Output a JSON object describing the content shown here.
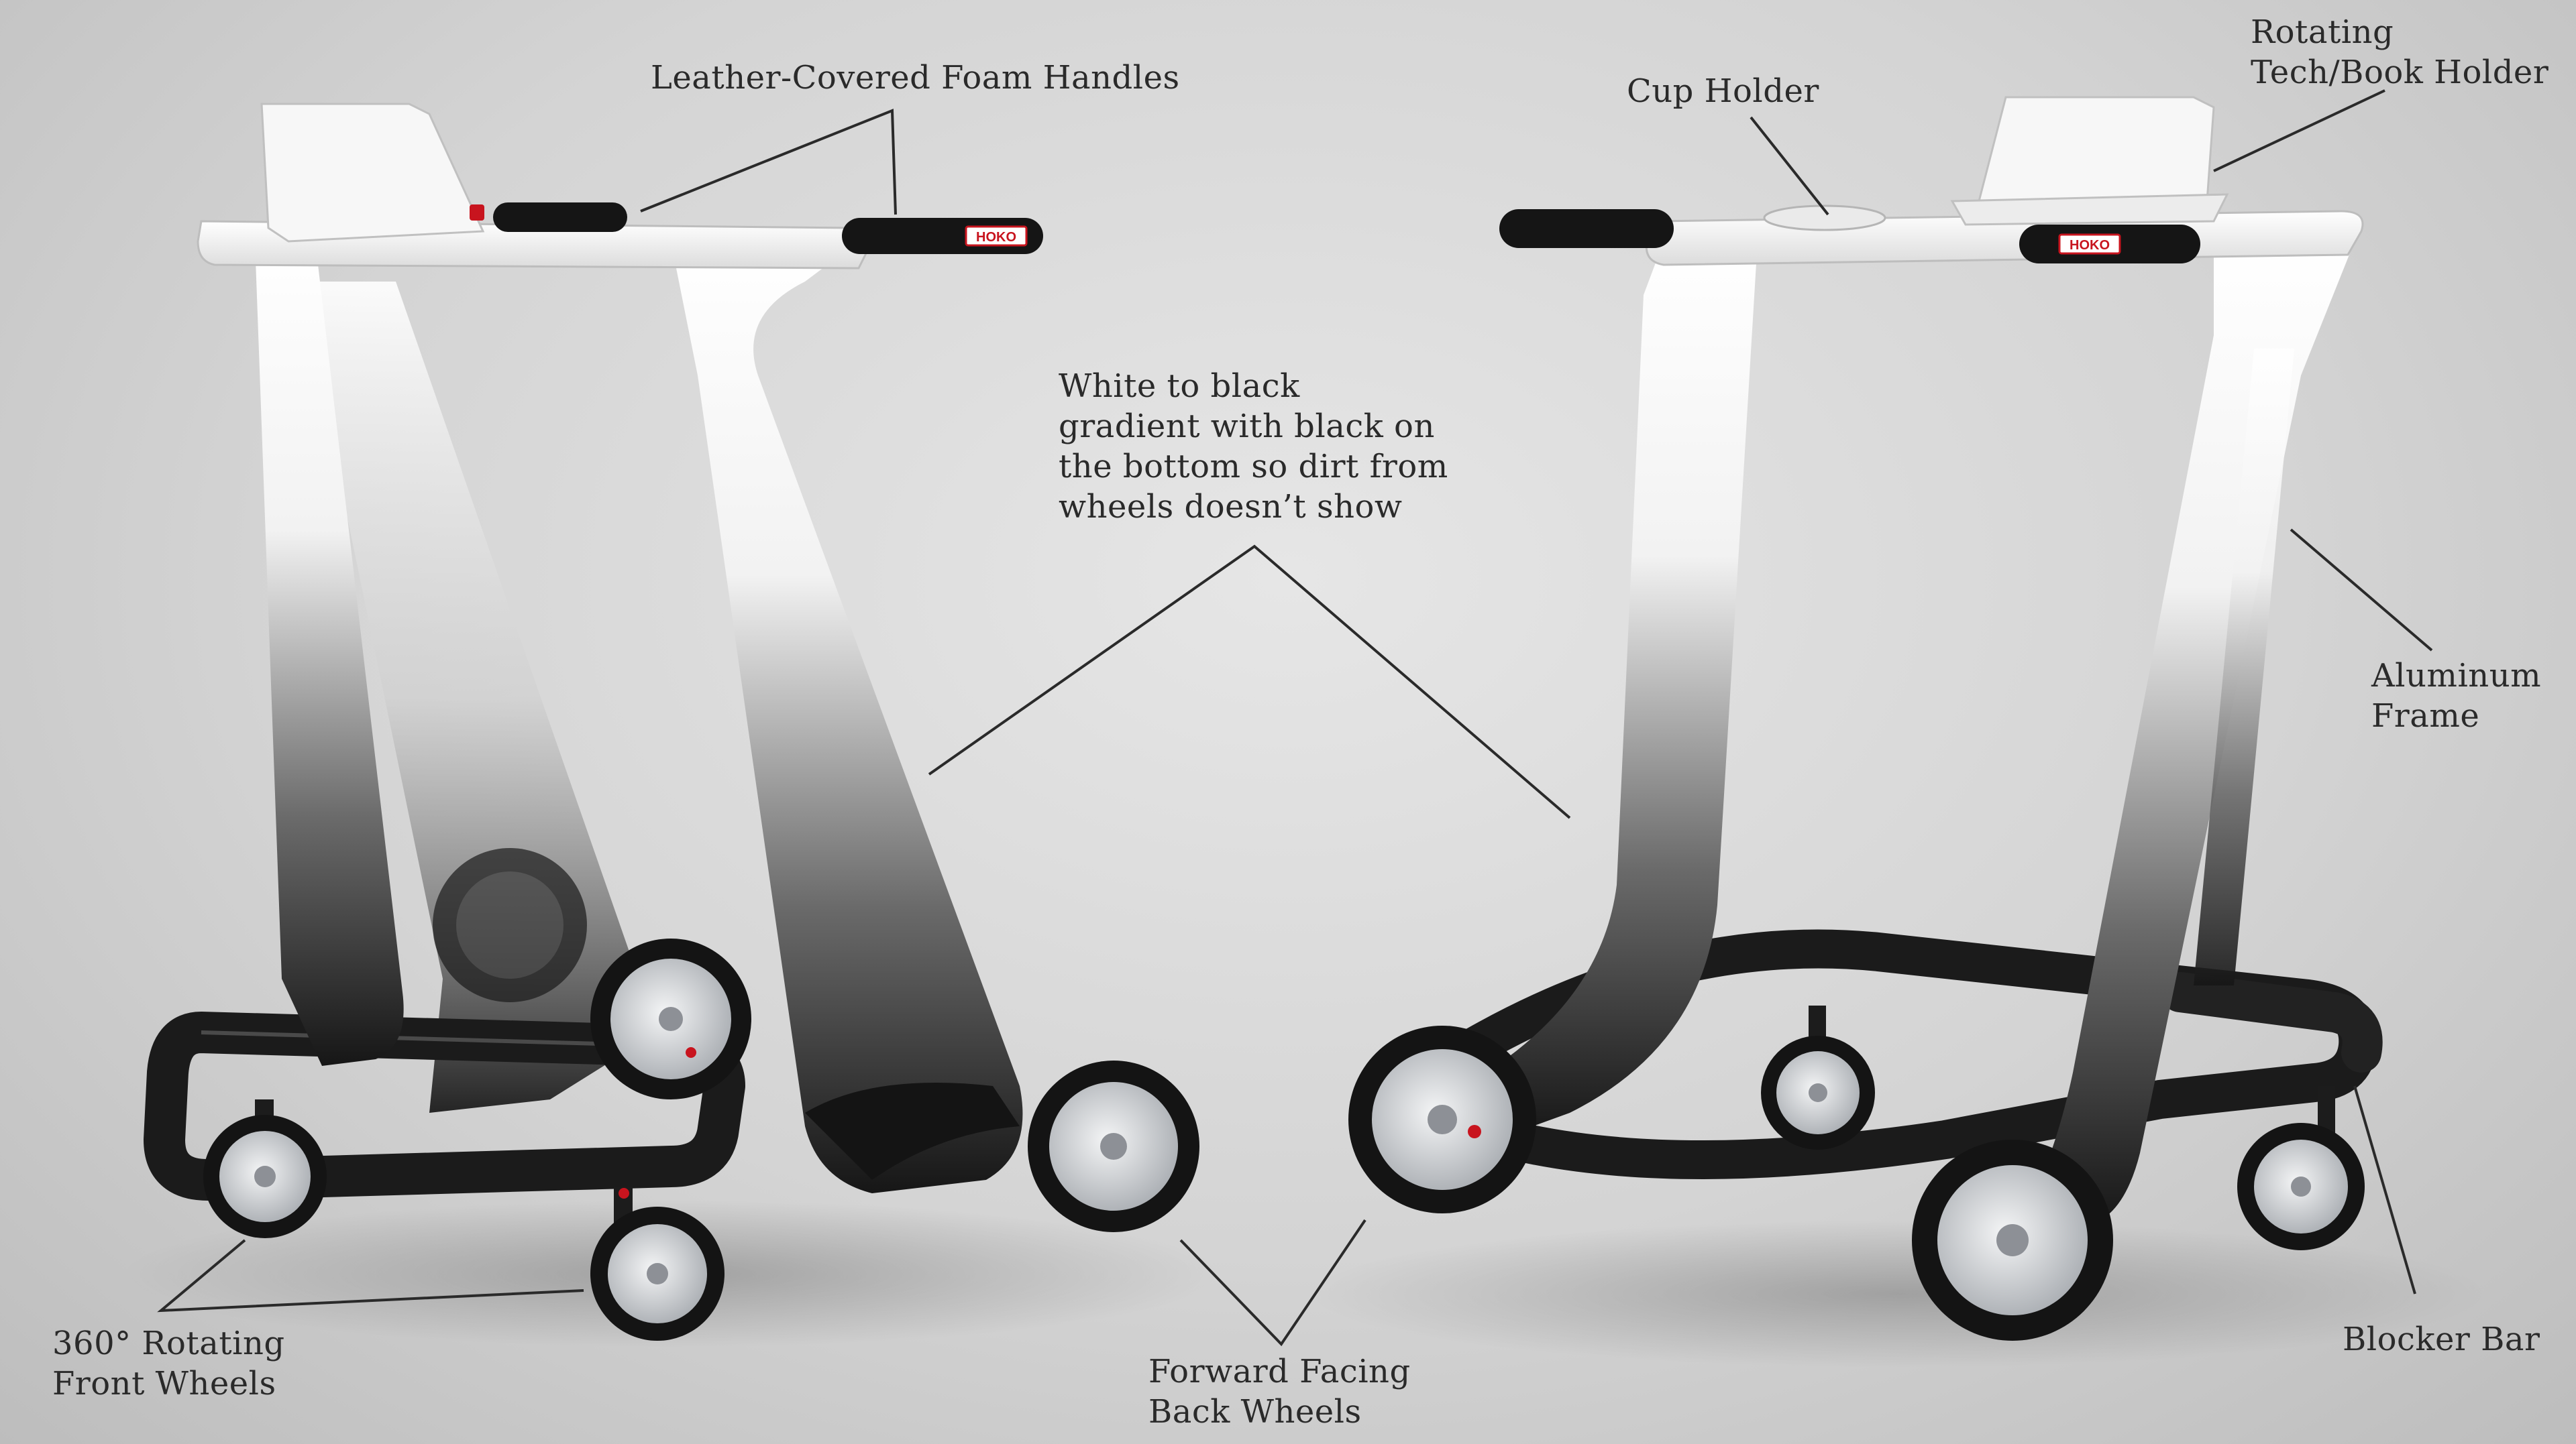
{
  "brand": {
    "tag": "HOKO",
    "accent": "#c8141e"
  },
  "colors": {
    "background": "#d4d4d4",
    "frame_top": "#ffffff",
    "frame_bottom": "#1a1a1a",
    "wheel_rim": "#c9ccd0",
    "tire": "#141414",
    "leader_line": "#2a2a2a",
    "text": "#2a2a2a"
  },
  "labels": {
    "handles": [
      "Leather-Covered Foam Handles"
    ],
    "cup_holder": [
      "Cup Holder"
    ],
    "tech_holder": [
      "Rotating",
      "Tech/Book Holder"
    ],
    "gradient_note": [
      "White to black",
      "gradient with black on",
      "the bottom so dirt from",
      "wheels doesn’t show"
    ],
    "frame": [
      "Aluminum",
      "Frame"
    ],
    "front_wheels": [
      "360° Rotating",
      "Front Wheels"
    ],
    "back_wheels": [
      "Forward Facing",
      "Back Wheels"
    ],
    "blocker_bar": [
      "Blocker Bar"
    ]
  }
}
